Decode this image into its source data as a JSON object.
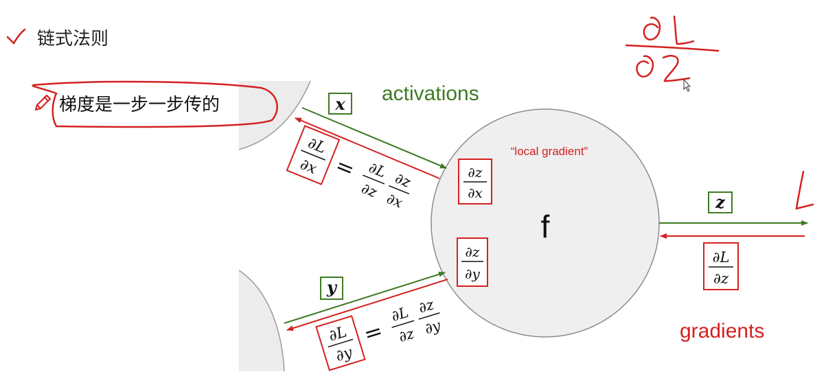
{
  "slide": {
    "heading": "链式法则",
    "bullet": "梯度是一步一步传的"
  },
  "diagram": {
    "activations_label": "activations",
    "gradients_label": "gradients",
    "local_gradient_label": "“local gradient”",
    "node_label": "f",
    "input_x": "x",
    "input_y": "y",
    "output_z": "z",
    "dz_dx": {
      "num": "∂z",
      "den": "∂x"
    },
    "dz_dy": {
      "num": "∂z",
      "den": "∂y"
    },
    "dL_dz": {
      "num": "∂L",
      "den": "∂z"
    },
    "dL_dx": {
      "num": "∂L",
      "den": "∂x"
    },
    "dL_dy": {
      "num": "∂L",
      "den": "∂y"
    },
    "eq_x": {
      "equals": "=",
      "f1_num": "∂L",
      "f1_den": "∂z",
      "f2_num": "∂z",
      "f2_den": "∂x"
    },
    "eq_y": {
      "equals": "=",
      "f1_num": "∂L",
      "f1_den": "∂z",
      "f2_num": "∂z",
      "f2_den": "∂y"
    }
  },
  "colors": {
    "green": "#3d7a22",
    "red": "#d42020",
    "node_fill": "#efefef",
    "ink": "#222222"
  },
  "icons": [
    "check-icon",
    "pencil-icon",
    "mouse-cursor-icon"
  ]
}
